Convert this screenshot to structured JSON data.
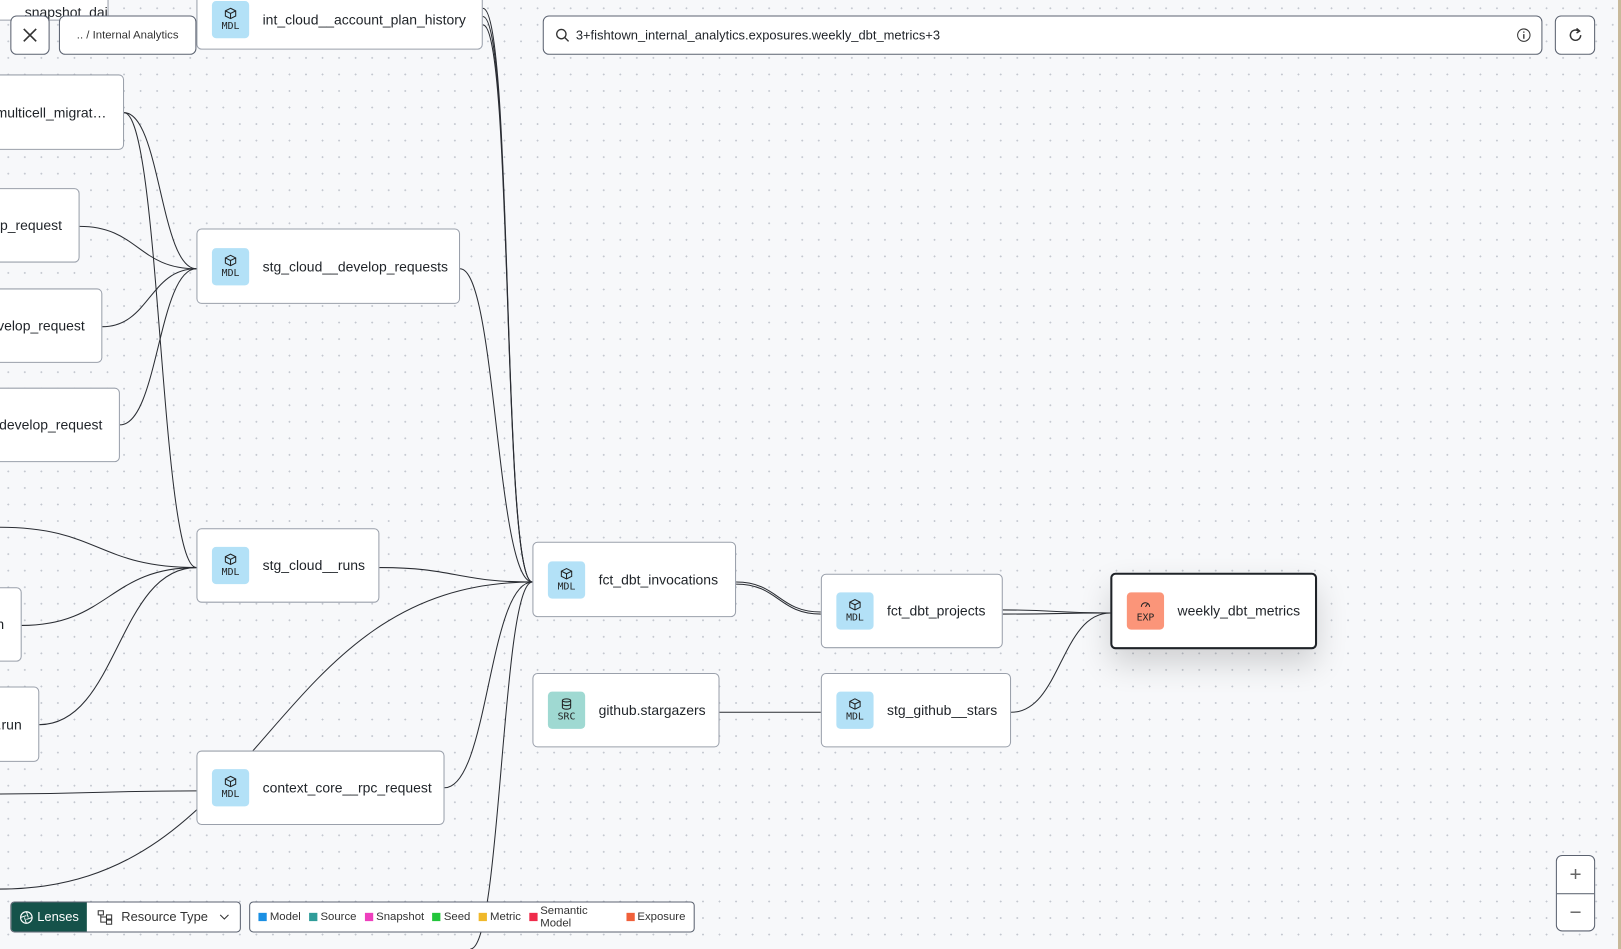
{
  "toolbar": {
    "close_icon": "x-icon",
    "breadcrumb": ".. / Internal Analytics",
    "search_value": "3+fishtown_internal_analytics.exposures.weekly_dbt_metrics+3",
    "search_icon": "magnifier-icon",
    "info_icon": "info-icon",
    "refresh_icon": "refresh-icon"
  },
  "colors": {
    "model_badge": "#b3e1f7",
    "source_badge": "#9fd9d2",
    "exposure_badge": "#fb9579",
    "lens": "#15524a"
  },
  "nodes": {
    "snapshot": {
      "label": "snapshot_daily"
    },
    "int_cloud": {
      "label": "int_cloud__account_plan_history",
      "type": "MDL"
    },
    "multicell": {
      "label": "multicell_migrat…"
    },
    "op_request": {
      "label": "op_request"
    },
    "velop_request": {
      "label": "velop_request"
    },
    "dot_develop": {
      "label": ".develop_request"
    },
    "n_node": {
      "label": "n"
    },
    "run_node": {
      "label": ".run"
    },
    "stg_dev": {
      "label": "stg_cloud__develop_requests",
      "type": "MDL"
    },
    "stg_runs": {
      "label": "stg_cloud__runs",
      "type": "MDL"
    },
    "context": {
      "label": "context_core__rpc_request",
      "type": "MDL"
    },
    "fct_inv": {
      "label": "fct_dbt_invocations",
      "type": "MDL"
    },
    "github": {
      "label": "github.stargazers",
      "type": "SRC"
    },
    "fct_proj": {
      "label": "fct_dbt_projects",
      "type": "MDL"
    },
    "stg_github": {
      "label": "stg_github__stars",
      "type": "MDL"
    },
    "weekly": {
      "label": "weekly_dbt_metrics",
      "type": "EXP"
    }
  },
  "zoom": {
    "in": "+",
    "out": "−"
  },
  "lenses": {
    "label": "Lenses",
    "resource_type": "Resource Type"
  },
  "legend": [
    {
      "label": "Model",
      "color": "#1a8fe3"
    },
    {
      "label": "Source",
      "color": "#2f9c99"
    },
    {
      "label": "Snapshot",
      "color": "#ee3fbd"
    },
    {
      "label": "Seed",
      "color": "#22c53a"
    },
    {
      "label": "Metric",
      "color": "#f0b82a"
    },
    {
      "label": "Semantic Model",
      "color": "#ef2b4a"
    },
    {
      "label": "Exposure",
      "color": "#f0603a"
    }
  ]
}
